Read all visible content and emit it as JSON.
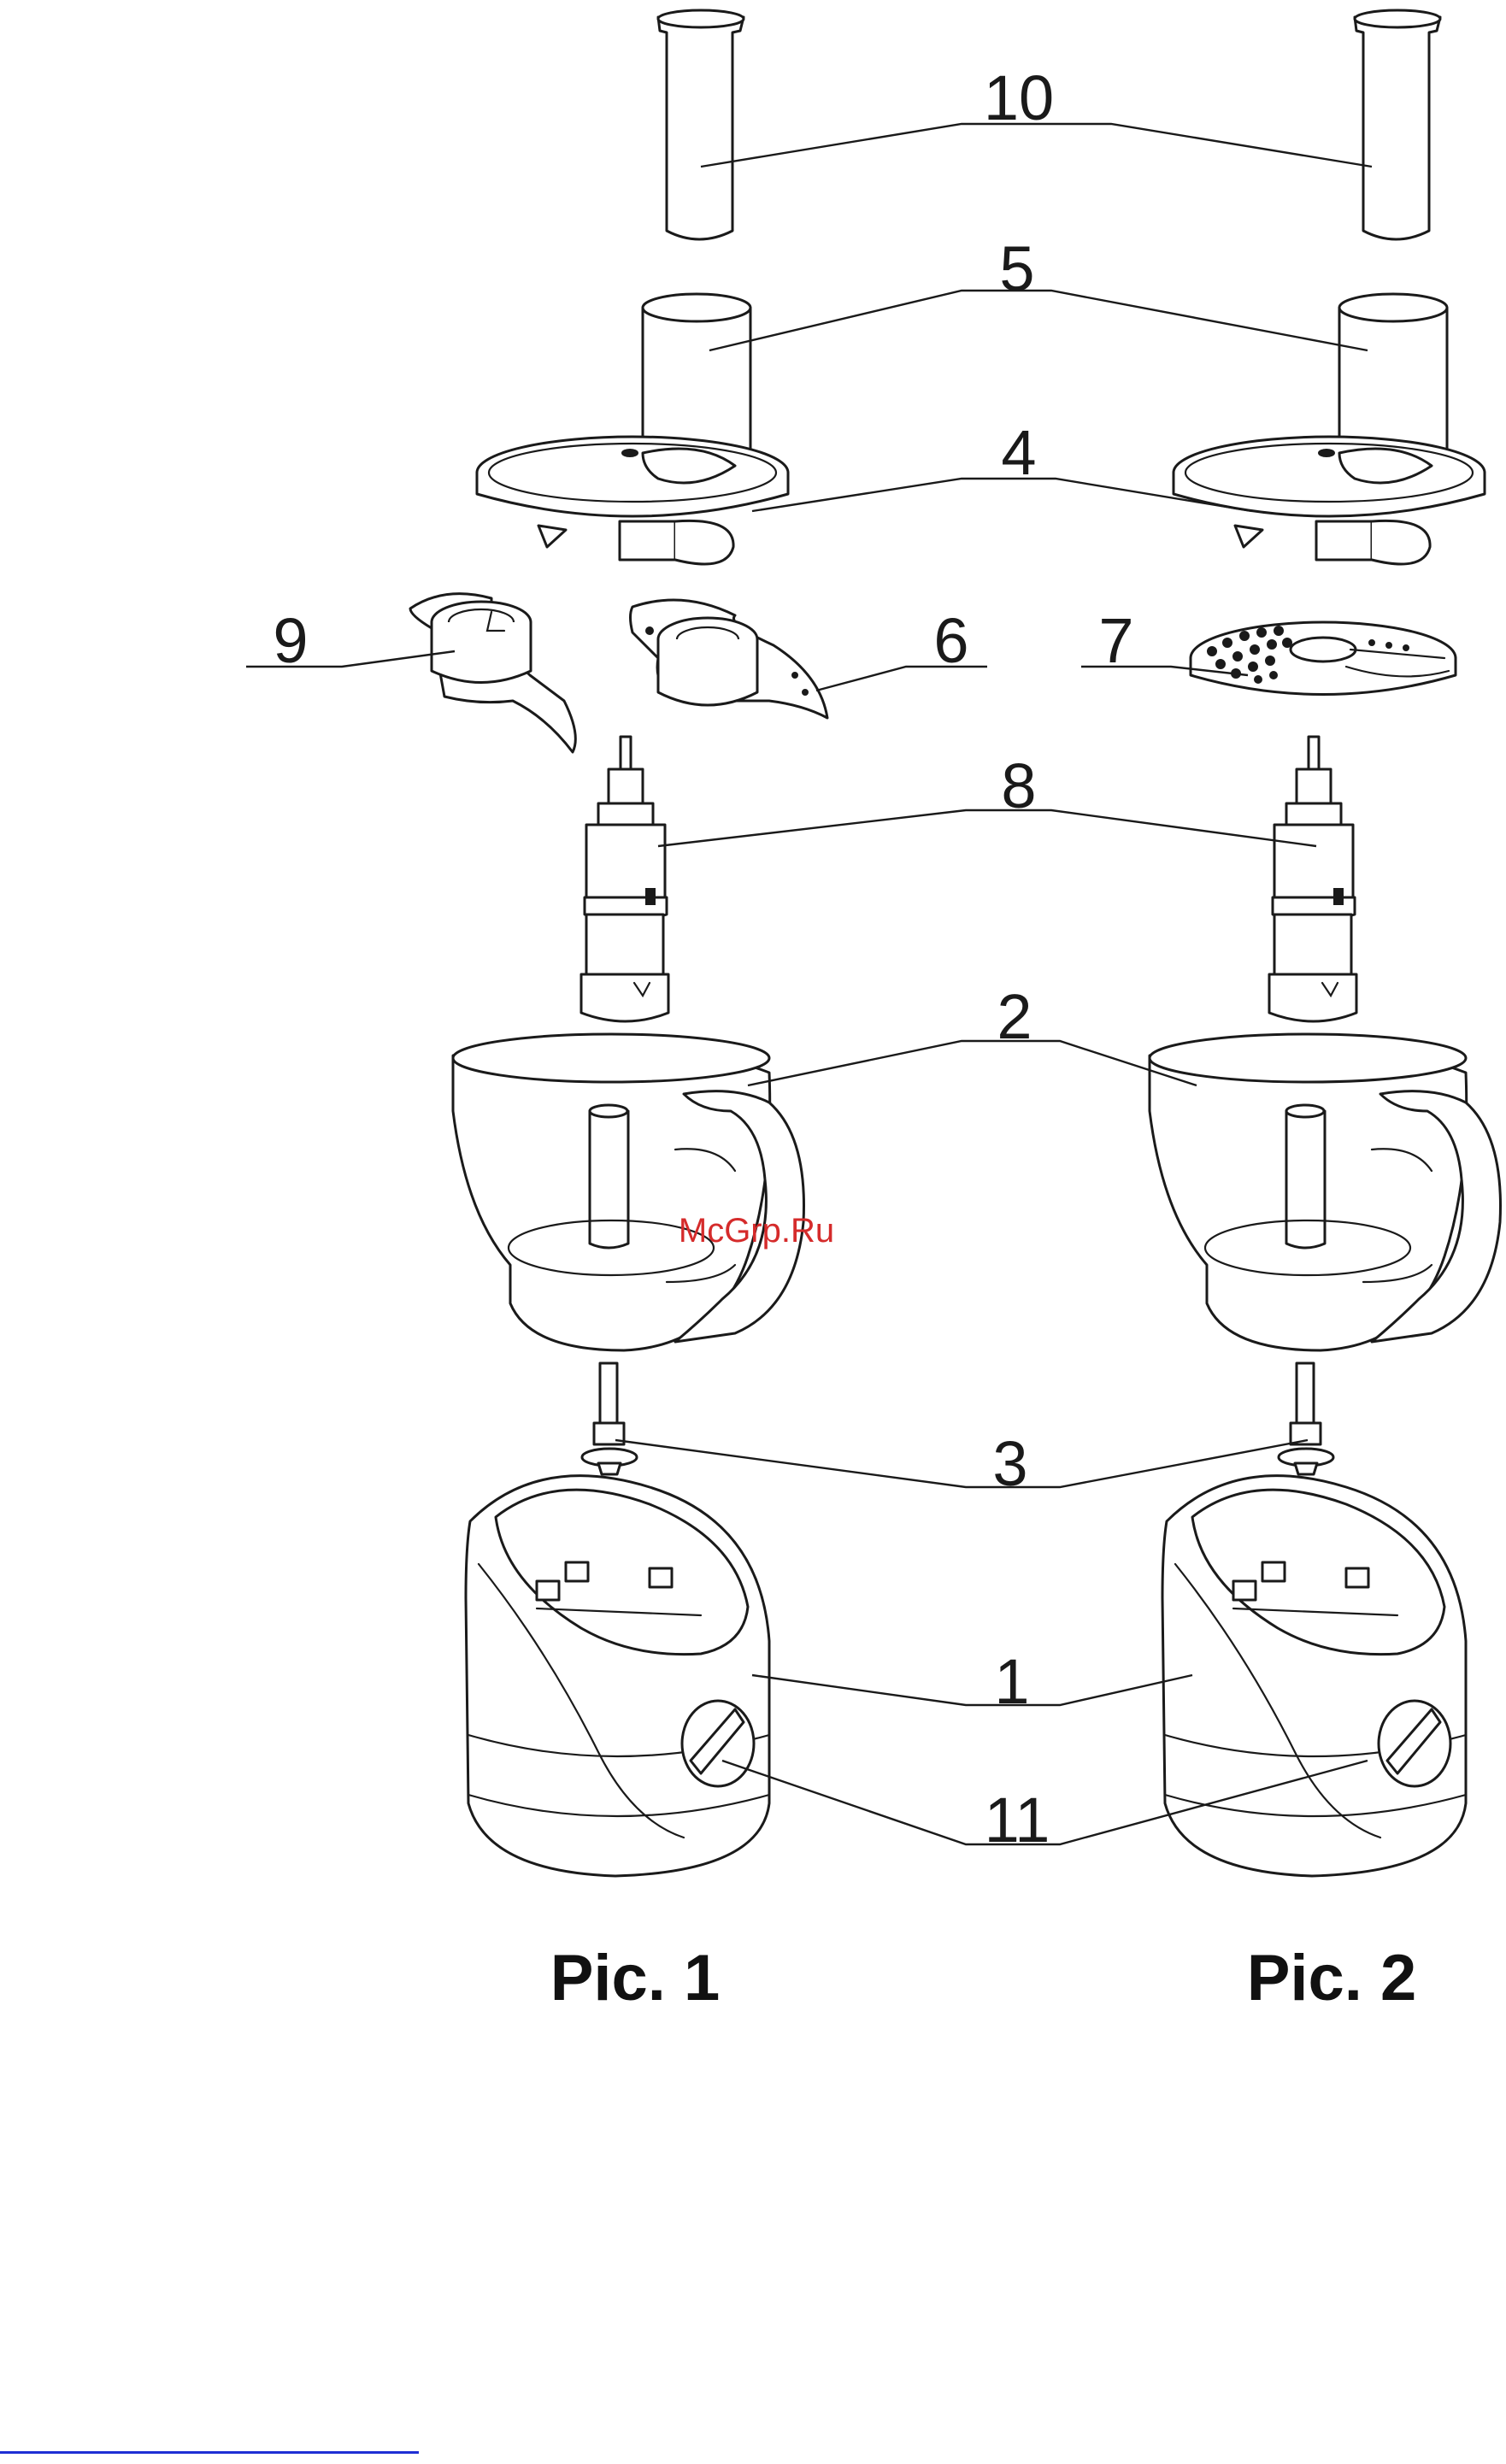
{
  "labels": {
    "pusher": "10",
    "feed_tube": "5",
    "lid": "4",
    "emulsifying_disc": "9",
    "blade": "6",
    "grating_disc": "7",
    "shaft": "8",
    "bowl": "2",
    "coupler": "3",
    "motor_base": "1",
    "speed_knob": "11"
  },
  "captions": {
    "pic1": "Pic. 1",
    "pic2": "Pic. 2"
  },
  "watermark": "McGrp.Ru",
  "colors": {
    "line": "#1a1a1a",
    "watermark": "#d52b2b",
    "footer_line": "#1f2fd4"
  }
}
